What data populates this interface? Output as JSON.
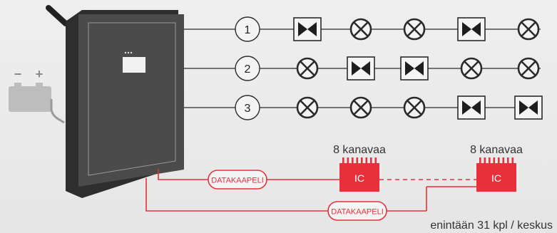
{
  "channels": [
    {
      "number": "1",
      "devices": [
        "valve",
        "lamp",
        "lamp",
        "valve",
        "lamp"
      ]
    },
    {
      "number": "2",
      "devices": [
        "lamp",
        "valve",
        "valve",
        "lamp",
        "lamp"
      ]
    },
    {
      "number": "3",
      "devices": [
        "lamp",
        "lamp",
        "lamp",
        "valve",
        "valve"
      ]
    }
  ],
  "battery": {
    "minus": "−",
    "plus": "+"
  },
  "ic_modules": [
    {
      "label": "IC",
      "caption": "8 kanavaa"
    },
    {
      "label": "IC",
      "caption": "8 kanavaa"
    }
  ],
  "data_cables": [
    "DATAKAAPELI",
    "DATAKAAPELI"
  ],
  "footer_note": "enintään 31 kpl / keskus",
  "colors": {
    "accent_red": "#e8303a",
    "cabinet": "#4a4a4a",
    "cabinet_side": "#2f2f2f",
    "line": "#2a2a2a",
    "battery": "#bdbdbd"
  }
}
